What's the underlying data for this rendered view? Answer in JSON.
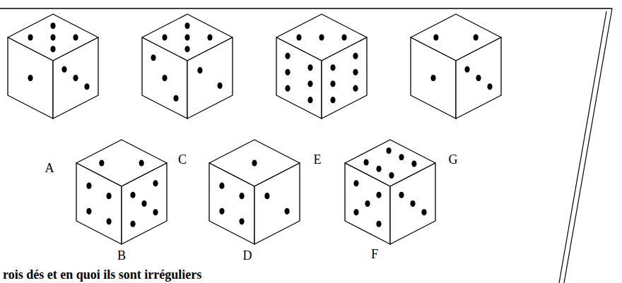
{
  "diagram": {
    "labels": [
      "A",
      "C",
      "E",
      "G",
      "B",
      "D",
      "F",
      "rois dés et en quoi ils sont irréguliers"
    ]
  }
}
